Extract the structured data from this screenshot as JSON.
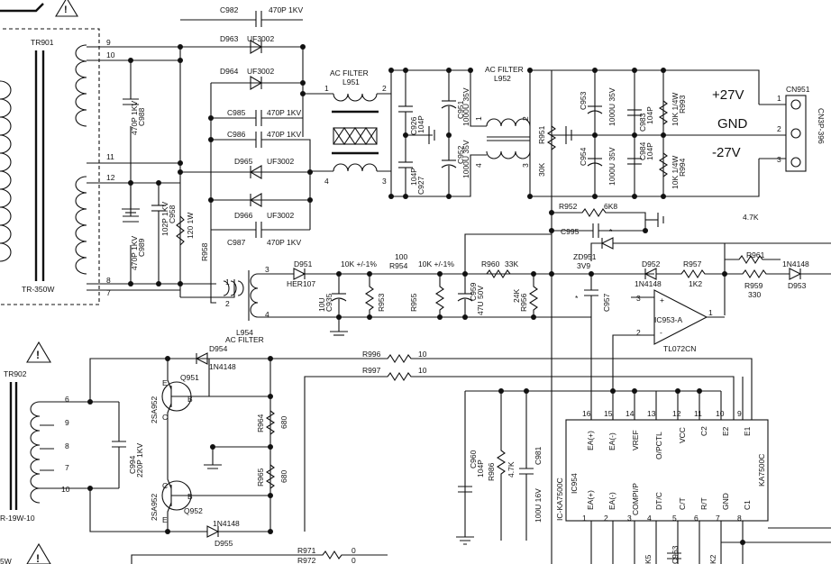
{
  "transformers": {
    "tr901": {
      "name": "TR901",
      "model": "TR-350W",
      "pins": [
        "9",
        "10",
        "11",
        "12",
        "8",
        "7"
      ]
    },
    "tr902": {
      "name": "TR902",
      "model": "R-19W-10",
      "pins": [
        "6",
        "9",
        "8",
        "7",
        "10"
      ]
    }
  },
  "capacitors": {
    "c982": {
      "ref": "C982",
      "value": "470P 1KV"
    },
    "c985": {
      "ref": "C985",
      "value": "470P 1KV"
    },
    "c986": {
      "ref": "C986",
      "value": "470P 1KV"
    },
    "c987": {
      "ref": "C987",
      "value": "470P 1KV"
    },
    "c988": {
      "ref": "C988",
      "value": "470P 1KV"
    },
    "c989": {
      "ref": "C989",
      "value": "470P 1KV"
    },
    "c958": {
      "ref": "C958",
      "value": "102P 1KV"
    },
    "c926": {
      "ref": "C926",
      "value": "104P"
    },
    "c927": {
      "ref": "C927",
      "value": "104P"
    },
    "c951": {
      "ref": "C951",
      "value": "1000U 35V"
    },
    "c952": {
      "ref": "C952",
      "value": "1000U 35V"
    },
    "c953": {
      "ref": "C953",
      "value": "1000U 35V"
    },
    "c954": {
      "ref": "C954",
      "value": "1000U 35V"
    },
    "c983": {
      "ref": "C983",
      "value": "104P"
    },
    "c984": {
      "ref": "C984",
      "value": "104P"
    },
    "c995": {
      "ref": "C995",
      "value": ""
    },
    "c935": {
      "ref": "C935",
      "value": "10U"
    },
    "c959": {
      "ref": "C959",
      "value": "47U 50V"
    },
    "c957": {
      "ref": "C957",
      "value": ""
    },
    "c994": {
      "ref": "C994",
      "value": "220P 1KV"
    },
    "c960": {
      "ref": "C960",
      "value": "104P"
    },
    "c981": {
      "ref": "C981",
      "value": "100U 16V"
    },
    "c963": {
      "ref": "C963",
      "value": ""
    }
  },
  "diodes": {
    "d963": {
      "ref": "D963",
      "value": "UF3002"
    },
    "d964": {
      "ref": "D964",
      "value": "UF3002"
    },
    "d965": {
      "ref": "D965",
      "value": "UF3002"
    },
    "d966": {
      "ref": "D966",
      "value": "UF3002"
    },
    "d951": {
      "ref": "D951",
      "value": "HER107"
    },
    "d952": {
      "ref": "D952",
      "value": "1N4148"
    },
    "d953": {
      "ref": "D953",
      "value": "1N4148"
    },
    "d954": {
      "ref": "D954",
      "value": "1N4148"
    },
    "d955": {
      "ref": "D955",
      "value": "1N4148"
    },
    "zd951": {
      "ref": "ZD951",
      "value": "3V9"
    }
  },
  "resistors": {
    "r958": {
      "ref": "R958",
      "value": "120 1W"
    },
    "r951": {
      "ref": "R951",
      "value": "30K"
    },
    "r993": {
      "ref": "R993",
      "value": "10K 1/4W"
    },
    "r994": {
      "ref": "R994",
      "value": "10K 1/4W"
    },
    "r952": {
      "ref": "R952",
      "value": "6K8"
    },
    "r953": {
      "ref": "R953",
      "value": "10K +/-1%"
    },
    "r954": {
      "ref": "R954",
      "value": "100"
    },
    "r955": {
      "ref": "R955",
      "value": "10K +/-1%"
    },
    "r960": {
      "ref": "R960",
      "value": "33K"
    },
    "r956": {
      "ref": "R956",
      "value": "24K"
    },
    "r957": {
      "ref": "R957",
      "value": "1K2"
    },
    "r961": {
      "ref": "R961",
      "value": "4.7K"
    },
    "r959": {
      "ref": "R959",
      "value": "330"
    },
    "r964": {
      "ref": "R964",
      "value": "680"
    },
    "r965": {
      "ref": "R965",
      "value": "680"
    },
    "r996": {
      "ref": "R996",
      "value": "10"
    },
    "r997": {
      "ref": "R997",
      "value": "10"
    },
    "r986": {
      "ref": "R986",
      "value": "4.7K"
    },
    "r971": {
      "ref": "R971",
      "value": "0"
    },
    "r972": {
      "ref": "R972",
      "value": "0"
    }
  },
  "filters": {
    "l951": {
      "ref": "L951",
      "type": "AC FILTER"
    },
    "l952": {
      "ref": "L952",
      "type": "AC FILTER"
    },
    "l954": {
      "ref": "L954",
      "type": "AC FILTER"
    }
  },
  "transistors": {
    "q951": {
      "ref": "Q951",
      "part": "2SA952"
    },
    "q952": {
      "ref": "Q952",
      "part": "2SA952"
    }
  },
  "opamp": {
    "ref": "IC953-A",
    "part": "TL072CN"
  },
  "ic": {
    "ref": "IC954",
    "part": "KA7500C",
    "tag": "IC-KA7500C",
    "top_pins": [
      "16",
      "15",
      "14",
      "13",
      "12",
      "11",
      "10",
      "9"
    ],
    "top_labels": [
      "EA(+)",
      "EA(-)",
      "VREF",
      "O/PCTL",
      "VCC",
      "C2",
      "E2",
      "E1"
    ],
    "bottom_pins": [
      "1",
      "2",
      "3",
      "4",
      "5",
      "6",
      "7",
      "8"
    ],
    "bottom_labels": [
      "EA(+)",
      "EA(-)",
      "COMPI/P",
      "DT/C",
      "C/T",
      "R/T",
      "GND",
      "C1"
    ]
  },
  "connector": {
    "ref": "CN951",
    "part": "CN3P-396",
    "outputs": [
      "+27V",
      "GND",
      "-27V"
    ],
    "pins": [
      "1",
      "2",
      "3"
    ]
  },
  "misc": {
    "star": "*",
    "pin_labels": {
      "p1": "1",
      "p2": "2",
      "p3": "3",
      "p4": "4"
    },
    "partial_text": [
      "K5",
      "K2",
      "5W"
    ]
  }
}
